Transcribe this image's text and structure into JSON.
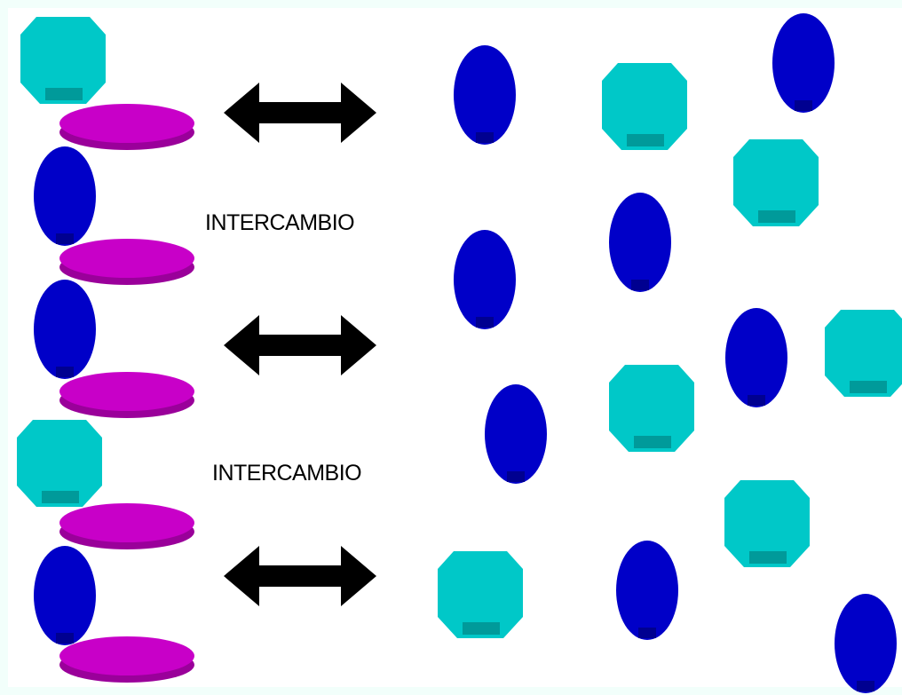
{
  "labels": {
    "exchange_1": "INTERCAMBIO",
    "exchange_2": "INTERCAMBIO"
  },
  "colors": {
    "background": "#ffffff",
    "frame": "#f2fffb",
    "cyan_particle": "#00c8c8",
    "cyan_particle_shade": "#009a9a",
    "blue_particle": "#0000c8",
    "blue_particle_shade": "#000090",
    "magenta_disc": "#c800c8",
    "magenta_disc_shade": "#9a009a",
    "arrow": "#000000"
  },
  "shapes": {
    "cyan": "octagon",
    "blue": "ellipse",
    "magenta": "disc",
    "arrows": "double-arrow"
  }
}
